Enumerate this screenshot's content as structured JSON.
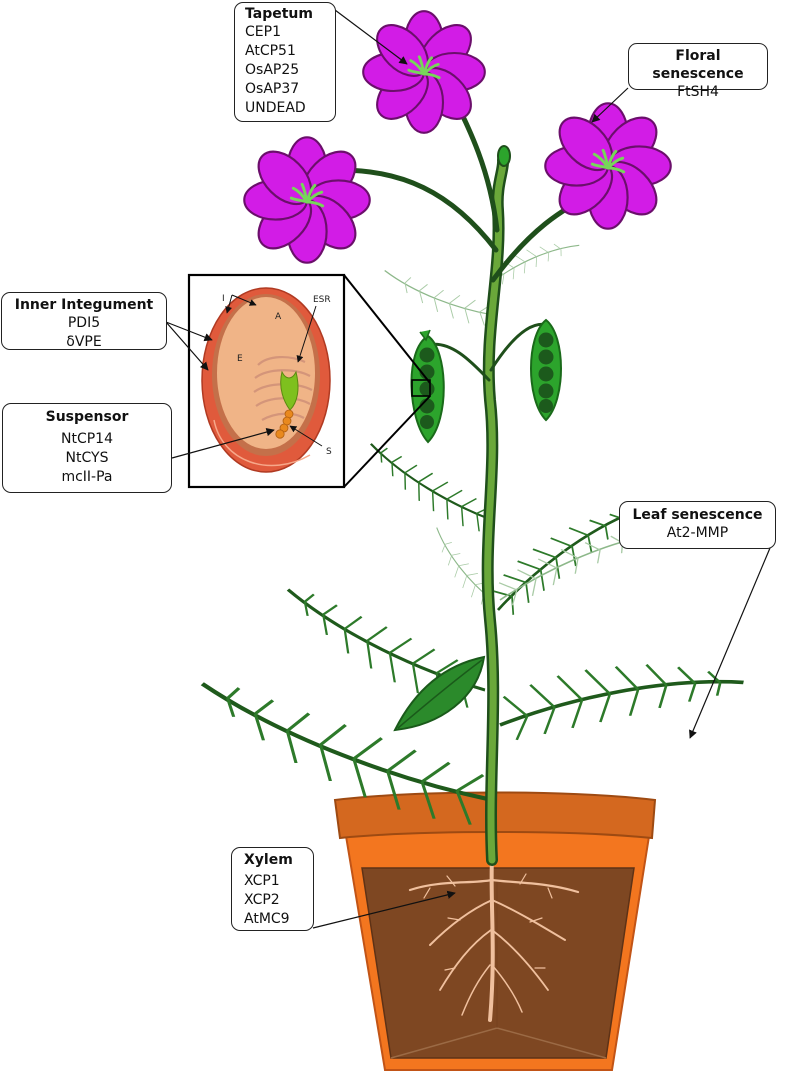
{
  "callouts": {
    "tapetum": {
      "title": "Tapetum",
      "genes": [
        "CEP1",
        "AtCP51",
        "OsAP25",
        "OsAP37",
        "UNDEAD"
      ]
    },
    "floral": {
      "title": "Floral senescence",
      "genes": [
        "FtSH4"
      ]
    },
    "inner": {
      "title": "Inner Integument",
      "genes": [
        "PDI5",
        "δVPE"
      ]
    },
    "suspensor": {
      "title": "Suspensor",
      "genes": [
        "NtCP14",
        "NtCYS",
        "mcII-Pa"
      ]
    },
    "leaf": {
      "title": "Leaf senescence",
      "genes": [
        "At2-MMP"
      ]
    },
    "xylem": {
      "title": "Xylem",
      "genes": [
        "XCP1",
        "XCP2",
        "AtMC9"
      ]
    }
  },
  "seed_labels": {
    "integument": "I",
    "aleurone": "A",
    "endosperm": "E",
    "esr": "ESR",
    "suspensor": "S"
  },
  "colors": {
    "petal": "#d21ce6",
    "petal_outline": "#6b0f6b",
    "stamen": "#77d65a",
    "stem": "#6aa83a",
    "stem_dark": "#1f4f1b",
    "pod": "#2ca42c",
    "pea": "#1c5a1c",
    "seed_coat": "#e05a3c",
    "seed_inner": "#f0b487",
    "pot_rim": "#d4681f",
    "pot": "#f3761f",
    "soil": "#7e4722",
    "root": "#f0c09e"
  }
}
